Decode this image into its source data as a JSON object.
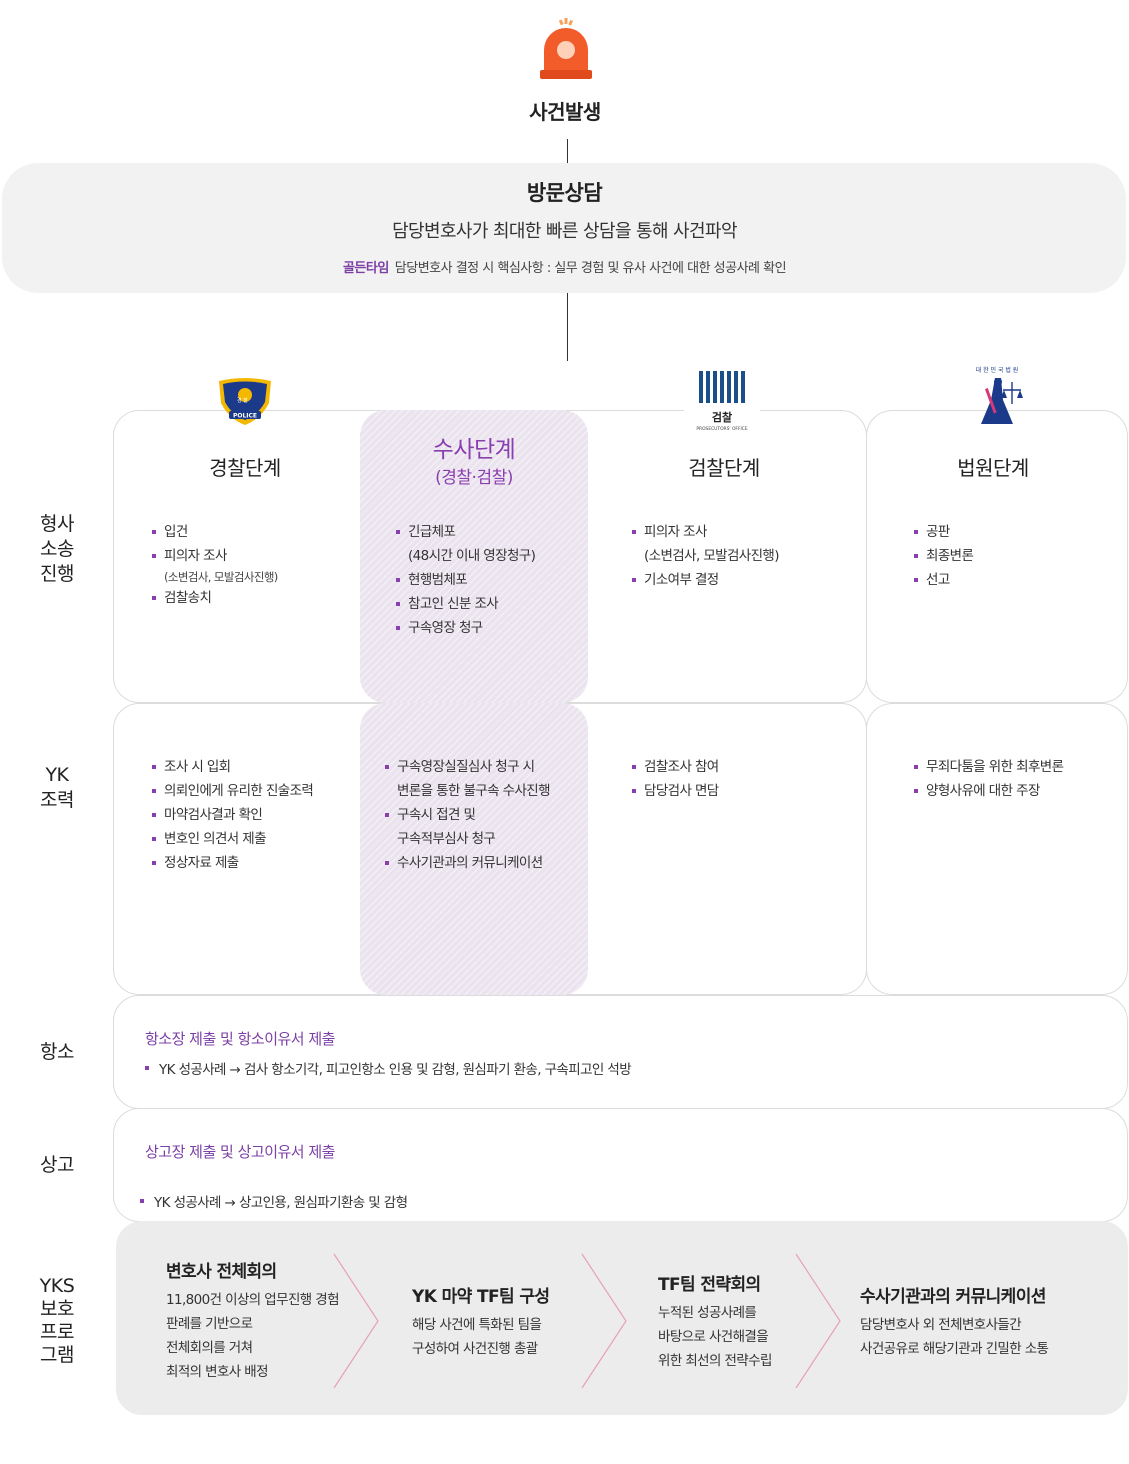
{
  "event": {
    "title": "사건발생",
    "icon": "siren-icon"
  },
  "consult": {
    "title": "방문상담",
    "subtitle": "담당변호사가 최대한 빠른 상담을 통해 사건파악",
    "note_highlight": "골든타임",
    "note_text": "담당변호사 결정 시 핵심사항 : 실무 경험 및 유사 사건에 대한 성공사례 확인"
  },
  "emblems": {
    "police_text": "POLICE",
    "police_small": "경 찰",
    "prosecution_text": "검찰",
    "prosecution_small": "PROSECUTORS' OFFICE",
    "court_text": "대 한 민 국 법 원"
  },
  "stages": {
    "police": "경찰단계",
    "investigation_title": "수사단계",
    "investigation_sub": "(경찰·검찰)",
    "prosecution": "검찰단계",
    "court": "법원단계"
  },
  "rows": {
    "criminal_label": "형사\n소송\n진행",
    "yk_label": "YK\n조력",
    "appeal_label": "항소",
    "final_appeal_label": "상고",
    "yks_label": "YKS\n보호\n프로\n그램"
  },
  "criminal": {
    "police": [
      "입건",
      "피의자 조사",
      "(소변검사, 모발검사진행)",
      "검찰송치"
    ],
    "investigation": [
      "긴급체포",
      "(48시간 이내 영장청구)",
      "현행범체포",
      "참고인 신분 조사",
      "구속영장 청구"
    ],
    "prosecution": [
      "피의자 조사",
      "(소변검사, 모발검사진행)",
      "기소여부 결정"
    ],
    "court": [
      "공판",
      "최종변론",
      "선고"
    ]
  },
  "yk": {
    "police": [
      "조사 시 입회",
      "의뢰인에게 유리한 진술조력",
      "마약검사결과 확인",
      "변호인 의견서 제출",
      "정상자료 제출"
    ],
    "investigation": [
      "구속영장실질심사 청구 시",
      "변론을 통한 불구속 수사진행",
      "구속시 접견 및",
      "구속적부심사 청구",
      "수사기관과의 커뮤니케이션"
    ],
    "prosecution": [
      "검찰조사 참여",
      "담당검사 면담"
    ],
    "court": [
      "무죄다툼을 위한 최후변론",
      "양형사유에 대한 주장"
    ]
  },
  "appeal": {
    "head": "항소장 제출 및 항소이유서 제출",
    "item": "YK 성공사례 → 검사 항소기각, 피고인항소 인용 및 감형, 원심파기 환송, 구속피고인 석방"
  },
  "final_appeal": {
    "head": "상고장 제출 및 상고이유서 제출",
    "item": "YK 성공사례 → 상고인용, 원심파기환송 및 감형"
  },
  "program": [
    {
      "title": "변호사 전체회의",
      "lines": [
        "11,800건 이상의 업무진행 경험",
        "판례를 기반으로",
        "전체회의를 거쳐",
        "최적의 변호사 배정"
      ]
    },
    {
      "title": "YK 마약 TF팀 구성",
      "lines": [
        "해당 사건에 특화된 팀을",
        "구성하여 사건진행 총괄"
      ]
    },
    {
      "title": "TF팀 전략회의",
      "lines": [
        "누적된 성공사례를",
        "바탕으로 사건해결을",
        "위한 최선의 전략수립"
      ]
    },
    {
      "title": "수사기관과의 커뮤니케이션",
      "lines": [
        "담당변호사 외 전체변호사들간",
        "사건공유로 해당기관과 긴밀한 소통"
      ]
    }
  ],
  "colors": {
    "accent": "#8a3fb0",
    "siren": "#f25c2a",
    "panel": "#f2f2f2",
    "program_bg": "#ececec",
    "chevron": "#e7a2b1"
  }
}
